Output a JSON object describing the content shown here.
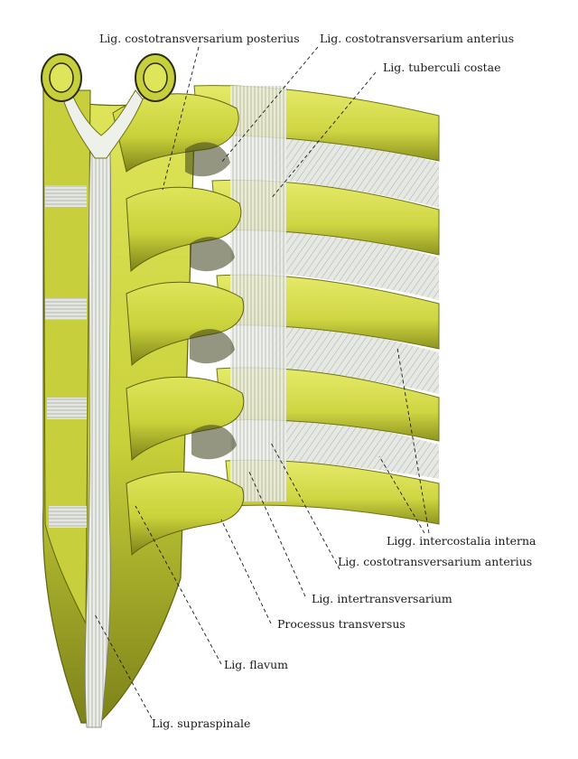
{
  "labels": {
    "costo_post_top": "Lig. costotransversarium posterius",
    "costo_ant_top": "Lig. costotransversarium anterius",
    "tuberculi": "Lig. tuberculi costae",
    "intercostalia": "Ligg. intercostalia interna",
    "costo_ant_bottom": "Lig. costotransversarium anterius",
    "intertrans": "Lig. intertransversarium",
    "processus": "Processus transversus",
    "flavum": "Lig. flavum",
    "supraspinale": "Lig. supraspinale"
  },
  "colors": {
    "bone": "#d3dc3e",
    "bone_shadow": "#6f7414",
    "ligament": "#e4e6e2",
    "ligament_line": "#8a8d86",
    "ink": "#1a1a1a"
  }
}
